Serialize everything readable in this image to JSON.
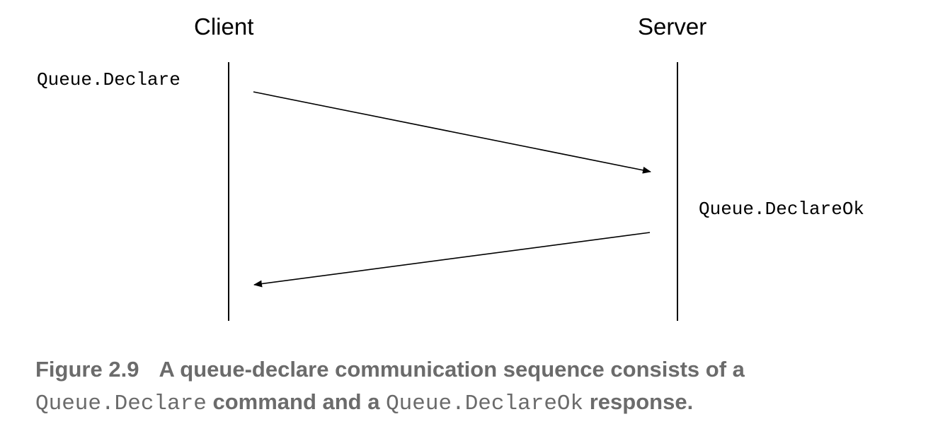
{
  "lanes": {
    "client_label": "Client",
    "server_label": "Server"
  },
  "messages": [
    {
      "label": "Queue.Declare",
      "from": "Client",
      "to": "Server"
    },
    {
      "label": "Queue.DeclareOk",
      "from": "Server",
      "to": "Client"
    }
  ],
  "caption": {
    "number": "Figure 2.9",
    "text_1": "A queue-declare communication sequence consists of a",
    "code_1": "Queue.Declare",
    "text_2": " command and a ",
    "code_2": "Queue.DeclareOk",
    "text_3": " response."
  },
  "colors": {
    "line": "#000000",
    "caption": "#6b6b6b"
  }
}
